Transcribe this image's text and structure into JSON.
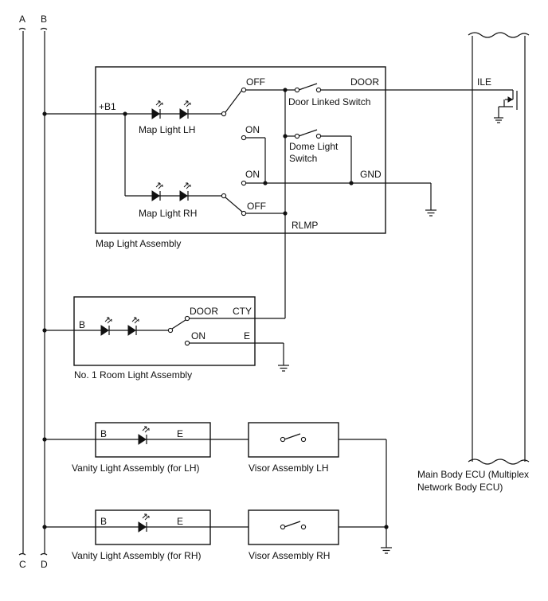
{
  "rails": {
    "a_top": "A",
    "b_top": "B",
    "c_bottom": "C",
    "d_bottom": "D"
  },
  "map_light_assembly": {
    "title": "Map Light Assembly",
    "b1": "+B1",
    "map_light_lh": "Map Light LH",
    "map_light_rh": "Map Light RH",
    "off_top": "OFF",
    "off_bottom": "OFF",
    "on_upper": "ON",
    "on_lower": "ON",
    "door": "DOOR",
    "door_linked_switch": "Door Linked Switch",
    "dome_light": "Dome Light",
    "switch": "Switch",
    "gnd": "GND",
    "rlmp": "RLMP"
  },
  "room_light": {
    "title": "No. 1 Room Light Assembly",
    "b": "B",
    "door": "DOOR",
    "cty": "CTY",
    "on": "ON",
    "e": "E"
  },
  "vanity_lh": {
    "title": "Vanity Light Assembly (for LH)",
    "b": "B",
    "e": "E"
  },
  "vanity_rh": {
    "title": "Vanity Light Assembly (for RH)",
    "b": "B",
    "e": "E"
  },
  "visor_lh": {
    "title": "Visor Assembly LH"
  },
  "visor_rh": {
    "title": "Visor Assembly RH"
  },
  "ecu": {
    "ile": "ILE",
    "title_line1": "Main Body ECU (Multiplex",
    "title_line2": "Network Body ECU)"
  }
}
